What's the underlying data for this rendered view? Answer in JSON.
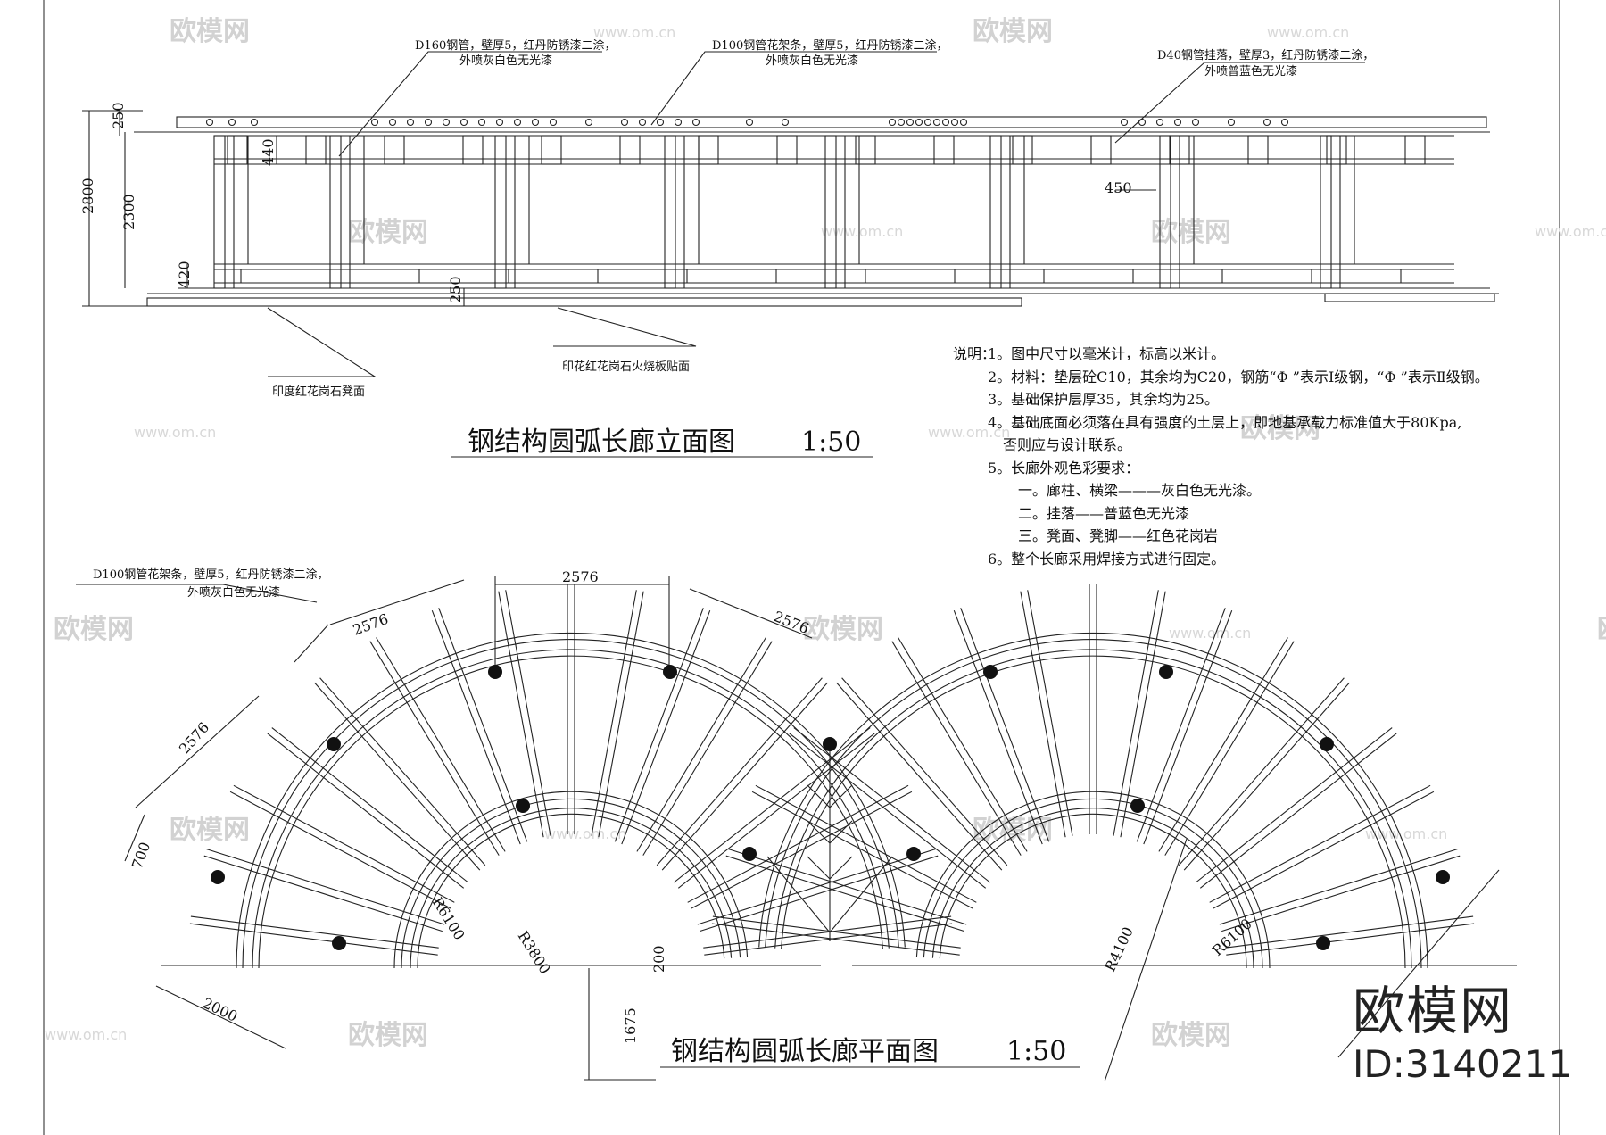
{
  "elevation": {
    "title": "钢结构圆弧长廊立面图",
    "scale": "1:50",
    "callouts": {
      "d160": [
        "D160钢管，壁厚5，红丹防锈漆二涂，",
        "外喷灰白色无光漆"
      ],
      "d100": [
        "D100钢管花架条，壁厚5，红丹防锈漆二涂，",
        "外喷灰白色无光漆"
      ],
      "d40": [
        "D40钢管挂落，壁厚3，红丹防锈漆二涂，",
        "外喷普蓝色无光漆"
      ],
      "bench": "印度红花岗石凳面",
      "floor": "印花红花岗石火烧板贴面"
    },
    "dims": {
      "overall": "2800",
      "top": "250",
      "height": "2300",
      "lattice": "440",
      "seat": "420",
      "base": "250",
      "hanging": "450"
    }
  },
  "plan": {
    "title": "钢结构圆弧长廊平面图",
    "scale": "1:50",
    "callout": [
      "D100钢管花架条，壁厚5，红丹防锈漆二涂，",
      "外喷灰白色无光漆"
    ],
    "dims": {
      "span_top": "2576",
      "span_left_upper": "2576",
      "span_left": "2576",
      "span_right": "2576",
      "depth": "700",
      "width": "2000",
      "r_outer_left": "R6100",
      "r_inner_left": "R3800",
      "gap": "200",
      "offset": "1675",
      "r_inner_right": "R4100",
      "r_outer_right": "R6100"
    }
  },
  "notes": {
    "label": "说明：",
    "items": [
      "1。图中尺寸以毫米计，标高以米计。",
      "2。材料：垫层砼C10，其余均为C20，钢筋“Φ ”表示Ⅰ级钢，“Φ ”表示Ⅱ级钢。",
      "3。基础保护层厚35，其余均为25。",
      "4。基础底面必须落在具有强度的土层上，即地基承载力标准值大于80Kpa,",
      "否则应与设计联系。",
      "5。长廊外观色彩要求：",
      "一。廊柱、横梁———灰白色无光漆。",
      "二。挂落——普蓝色无光漆",
      "三。凳面、凳脚——红色花岗岩",
      "6。整个长廊采用焊接方式进行固定。"
    ]
  },
  "watermark": {
    "brand": "欧模网",
    "url": "www.om.cn",
    "id": "ID:3140211"
  }
}
